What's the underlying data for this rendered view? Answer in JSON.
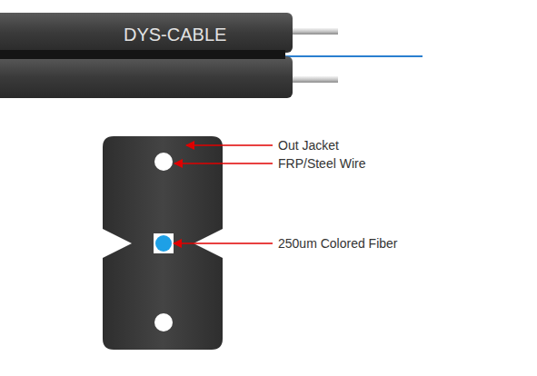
{
  "diagram": {
    "labels": [
      "DYS-CABLE",
      "Out Jacket",
      "FRP/Steel Wire",
      "250um Colored Fiber"
    ]
  }
}
